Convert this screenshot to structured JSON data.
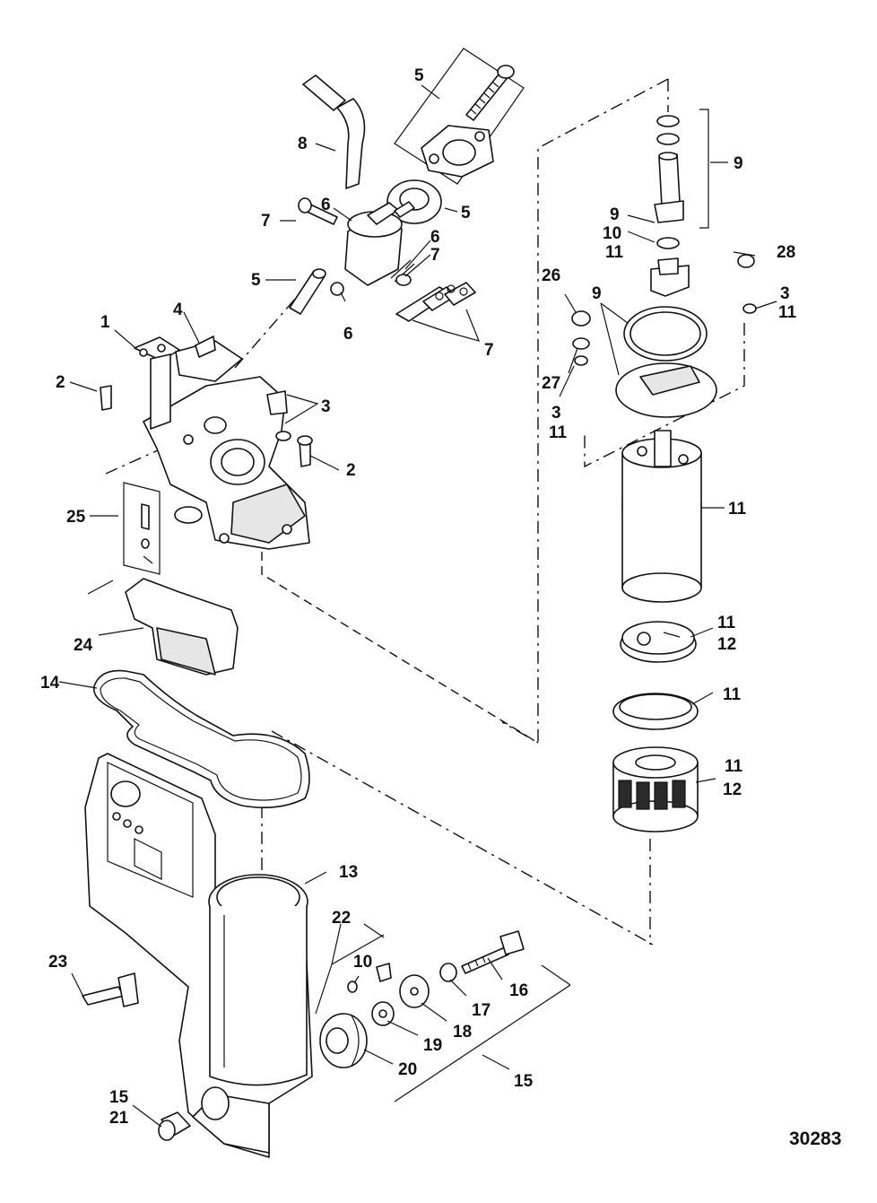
{
  "drawing_number": "30283",
  "callouts": [
    {
      "id": "c-5-top",
      "text": "5"
    },
    {
      "id": "c-8",
      "text": "8"
    },
    {
      "id": "c-5-mid",
      "text": "5"
    },
    {
      "id": "c-6-top",
      "text": "6"
    },
    {
      "id": "c-7-left",
      "text": "7"
    },
    {
      "id": "c-6-right",
      "text": "6"
    },
    {
      "id": "c-7-right",
      "text": "7"
    },
    {
      "id": "c-5-left",
      "text": "5"
    },
    {
      "id": "c-6-bottom",
      "text": "6"
    },
    {
      "id": "c-7-bottom",
      "text": "7"
    },
    {
      "id": "c-1",
      "text": "1"
    },
    {
      "id": "c-4",
      "text": "4"
    },
    {
      "id": "c-2-left",
      "text": "2"
    },
    {
      "id": "c-3-mid",
      "text": "3"
    },
    {
      "id": "c-2-right",
      "text": "2"
    },
    {
      "id": "c-25",
      "text": "25"
    },
    {
      "id": "c-24",
      "text": "24"
    },
    {
      "id": "c-14",
      "text": "14"
    },
    {
      "id": "c-9-top",
      "text": "9"
    },
    {
      "id": "c-9-b",
      "text": "9"
    },
    {
      "id": "c-10-b",
      "text": "10"
    },
    {
      "id": "c-11-b",
      "text": "11"
    },
    {
      "id": "c-28",
      "text": "28"
    },
    {
      "id": "c-26",
      "text": "26"
    },
    {
      "id": "c-9-c",
      "text": "9"
    },
    {
      "id": "c-3-r",
      "text": "3"
    },
    {
      "id": "c-11-r",
      "text": "11"
    },
    {
      "id": "c-27",
      "text": "27"
    },
    {
      "id": "c-3-l",
      "text": "3"
    },
    {
      "id": "c-11-l",
      "text": "11"
    },
    {
      "id": "c-11-pump",
      "text": "11"
    },
    {
      "id": "c-11-cap",
      "text": "11"
    },
    {
      "id": "c-12-cap",
      "text": "12"
    },
    {
      "id": "c-11-ring",
      "text": "11"
    },
    {
      "id": "c-11-filter",
      "text": "11"
    },
    {
      "id": "c-12-filter",
      "text": "12"
    },
    {
      "id": "c-13",
      "text": "13"
    },
    {
      "id": "c-22",
      "text": "22"
    },
    {
      "id": "c-10-low",
      "text": "10"
    },
    {
      "id": "c-16",
      "text": "16"
    },
    {
      "id": "c-23",
      "text": "23"
    },
    {
      "id": "c-17",
      "text": "17"
    },
    {
      "id": "c-18",
      "text": "18"
    },
    {
      "id": "c-19",
      "text": "19"
    },
    {
      "id": "c-20",
      "text": "20"
    },
    {
      "id": "c-15-r",
      "text": "15"
    },
    {
      "id": "c-15-l",
      "text": "15"
    },
    {
      "id": "c-21",
      "text": "21"
    }
  ]
}
